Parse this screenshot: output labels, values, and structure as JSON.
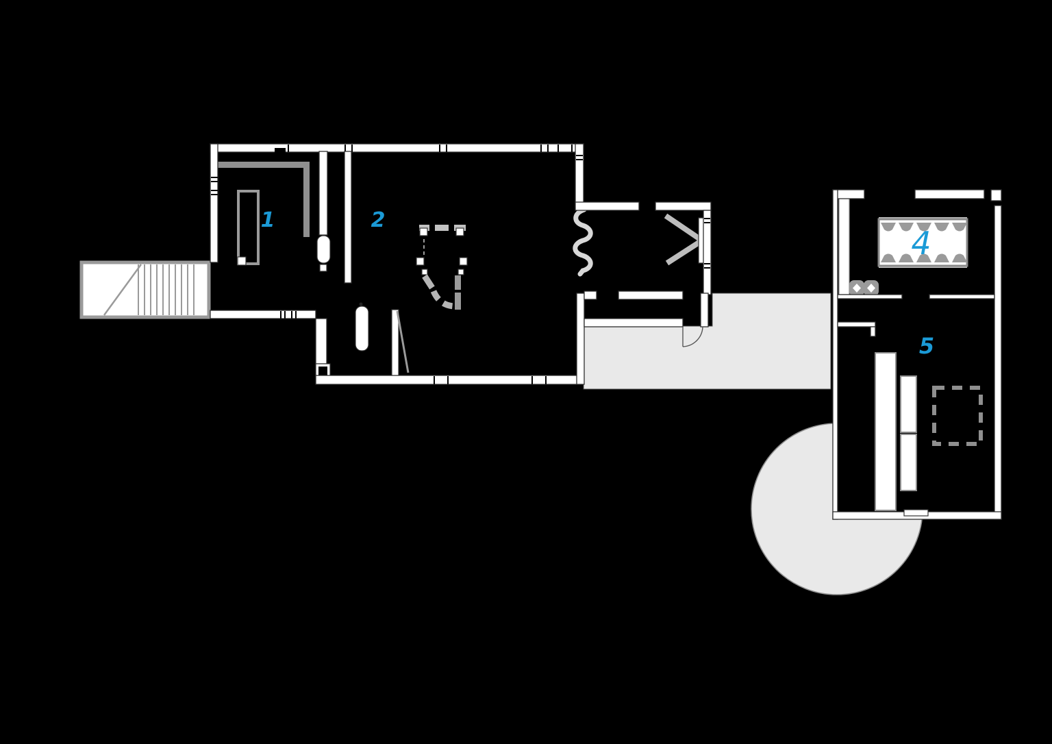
{
  "plan": {
    "room_labels": [
      {
        "id": "room-1",
        "label": "1"
      },
      {
        "id": "room-2",
        "label": "2"
      },
      {
        "id": "room-4",
        "label": "4"
      },
      {
        "id": "room-5",
        "label": "5"
      }
    ],
    "colors": {
      "background": "#000000",
      "wall_white": "#ffffff",
      "wall_outline": "#2e2e2e",
      "furniture_gray": "#9a9a9a",
      "surface_light_gray": "#e9e9e9",
      "radiator_gray": "#d8d8d8",
      "label_blue": "#1b9ad6"
    }
  }
}
